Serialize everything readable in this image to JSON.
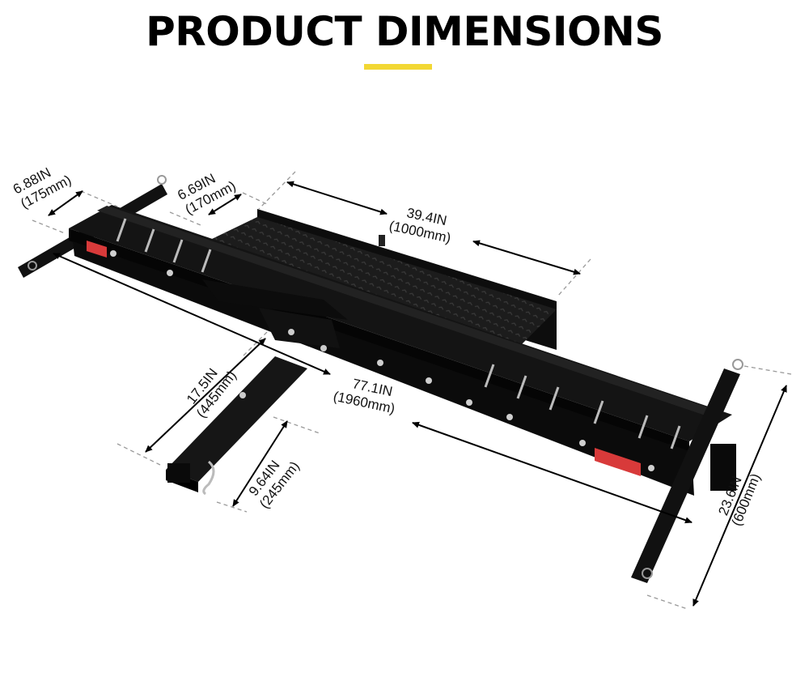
{
  "title": "PRODUCT DIMENSIONS",
  "accent_color": "#f2d734",
  "dimensions": {
    "tray_width": {
      "in": "6.88IN",
      "mm": "(175mm)"
    },
    "rail_width": {
      "in": "6.69IN",
      "mm": "(170mm)"
    },
    "platform_length": {
      "in": "39.4IN",
      "mm": "(1000mm)"
    },
    "hitch_height": {
      "in": "17.5IN",
      "mm": "(445mm)"
    },
    "total_length": {
      "in": "77.1IN",
      "mm": "(1960mm)"
    },
    "hitch_bar": {
      "in": "9.64IN",
      "mm": "(245mm)"
    },
    "total_width": {
      "in": "23.6IN",
      "mm": "(600mm)"
    }
  }
}
